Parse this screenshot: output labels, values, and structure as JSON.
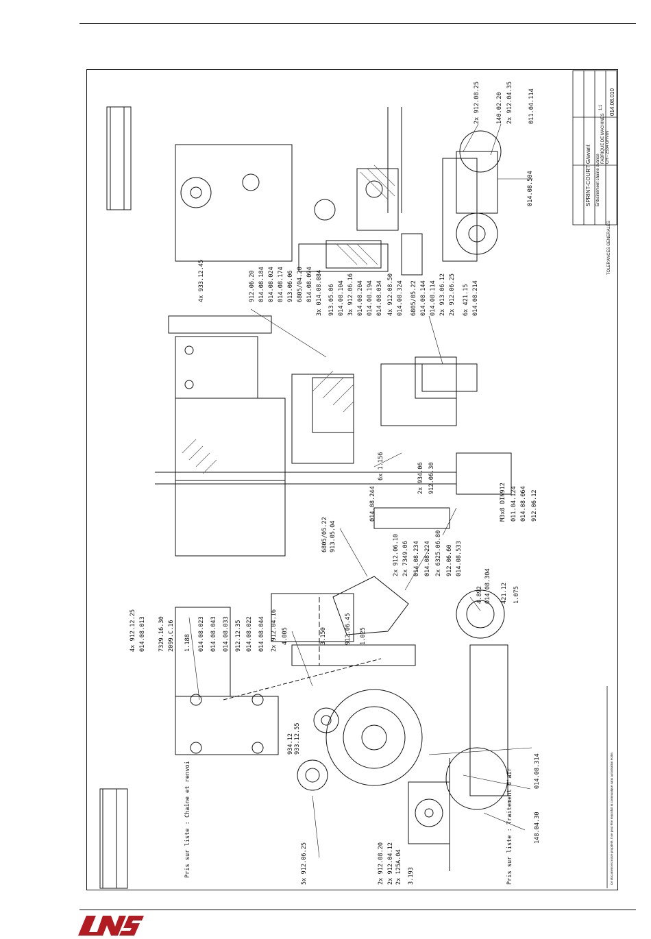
{
  "colors": {
    "logo": "#b01c22",
    "lines": "#111111",
    "hatch": "#555555"
  },
  "logo": {
    "text": "LNS"
  },
  "part_labels": [
    "2x 912.08.25",
    "140.02.20",
    "2x 912.04.35",
    "011.04.114",
    "014.08.504",
    "4x 933.12.45",
    "912.06.20",
    "014.08.184",
    "014.08.024",
    "014.08.174",
    "913.06.06",
    "6805/04.20",
    "014.08.094",
    "3x 014.08.084",
    "913.05.06",
    "014.08.104",
    "3x 912.06.16",
    "014.08.204",
    "014.08.194",
    "014.08.034",
    "4x 912.08.50",
    "014.08.324",
    "6805/05.22",
    "014.08.144",
    "014.08.114",
    "2x 913.06.12",
    "2x 912.06.25",
    "6x 421.15",
    "014.08.214",
    "2x 934.06",
    "912.06.30",
    "014.08.244",
    "6x 1.156",
    "6805/05.22",
    "913.05.04",
    "M3x8 DIN912",
    "011.04.124",
    "014.08.064",
    "912.06.12",
    "4x 912.12.25",
    "014.08.013",
    "7329.16.30",
    "2099.C.16",
    "1.188",
    "014.08.023",
    "014.08.043",
    "014.08.033",
    "912.12.35",
    "014.08.022",
    "014.08.044",
    "2x 912.04.16",
    "4.005",
    "3.150",
    "912.06.45",
    "1.025",
    "2x 912.06.10",
    "2x 7349.06",
    "014.08.234",
    "014.08.224",
    "2x 6325.06.80",
    "912.06.60",
    "014.08.533",
    "4.892",
    "014.08.304",
    "421.12",
    "1.075",
    "934.12",
    "933.12.55",
    "014.08.314",
    "148.04.30",
    "Pris sur liste : Chaîne et renvoi",
    "5x 912.06.25",
    "2x 912.08.20",
    "2x 912.04.12",
    "2x 125A.04",
    "3.193",
    "Pris sur liste : Traitement d'air"
  ],
  "title_block": {
    "title": "SPRINT-COURT G/avant",
    "subtitle": "Entraînement chaîne avance",
    "drawing_number": "014.08.010",
    "company": "FABRIQUE DE MACHINES",
    "company_addr": "CH - 2534 ORVIN",
    "scale": "1:1",
    "tolerances": "TOLERANCES GENERALES",
    "note": "Ce document est notre propriété. Il ne peut être reproduit ni communiqué sans autorisation écrite."
  }
}
